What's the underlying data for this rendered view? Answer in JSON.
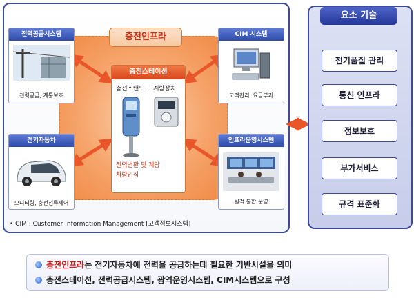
{
  "infra": {
    "title": "충전인프라",
    "station": {
      "title": "충전스테이션",
      "label_stand": "충전스탠드",
      "label_meter": "계량장치",
      "items": [
        "전력변환 및 계량",
        "차량인식"
      ]
    }
  },
  "boxes": {
    "power_supply": {
      "title": "전력공급시스템",
      "caption": "전력공급, 계통보호"
    },
    "cim": {
      "title": "CIM 시스템",
      "caption": "고객관리, 요금부과"
    },
    "ev": {
      "title": "전기자동차",
      "caption": "모니터링, 충전전류제어"
    },
    "infra_ops": {
      "title": "인프라운영시스템",
      "caption": "원격 통합 운영"
    }
  },
  "footnote": "•  CIM : Customer Information Management [고객정보시스템]",
  "elements": {
    "title": "요소 기술",
    "items": [
      "전기품질 관리",
      "통신 인프라",
      "정보보호",
      "부가서비스",
      "규격 표준화"
    ]
  },
  "summary": {
    "line1_highlight": "충전인프라",
    "line1_rest": "는 전기자동차에 전력을 공급하는데 필요한 기반시설을 의미",
    "line2": "충전스테이션, 전력공급시스템, 광역운영시스템, CIM시스템으로 구성"
  },
  "colors": {
    "primary_blue": "#3b4a9c",
    "infra_orange": "#f08a44",
    "arrow_orange": "#e8562a",
    "highlight_red": "#d21a1a"
  }
}
